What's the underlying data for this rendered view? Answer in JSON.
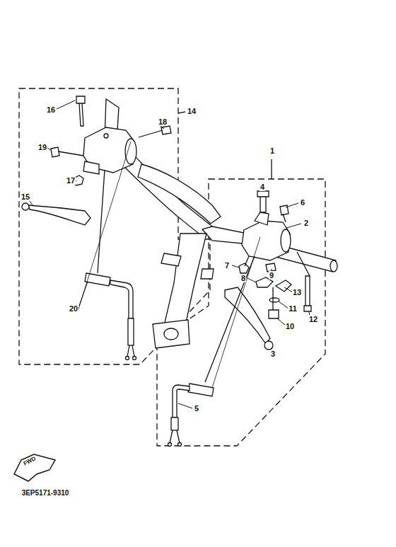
{
  "diagram": {
    "nodes": [
      {
        "text": [
          "14"
        ]
      },
      {
        "text": [
          "1"
        ]
      }
    ],
    "labels": [
      "16",
      "18",
      "19",
      "17",
      "15",
      "20",
      "4",
      "6",
      "2",
      "7",
      "9",
      "8",
      "13",
      "11",
      "12",
      "10",
      "3",
      "5",
      "FWD",
      "3EP5171-9310"
    ]
  }
}
